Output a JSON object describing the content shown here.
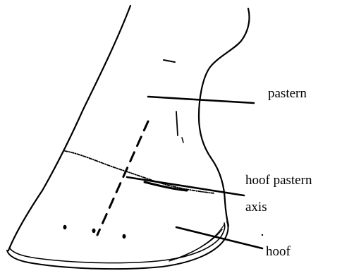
{
  "labels": {
    "pastern": "pastern",
    "hoof_pastern_axis_line1": "hoof pastern",
    "hoof_pastern_axis_line2": "axis",
    "hoof": "hoof"
  },
  "colors": {
    "ink": "#000000",
    "background": "#ffffff"
  }
}
